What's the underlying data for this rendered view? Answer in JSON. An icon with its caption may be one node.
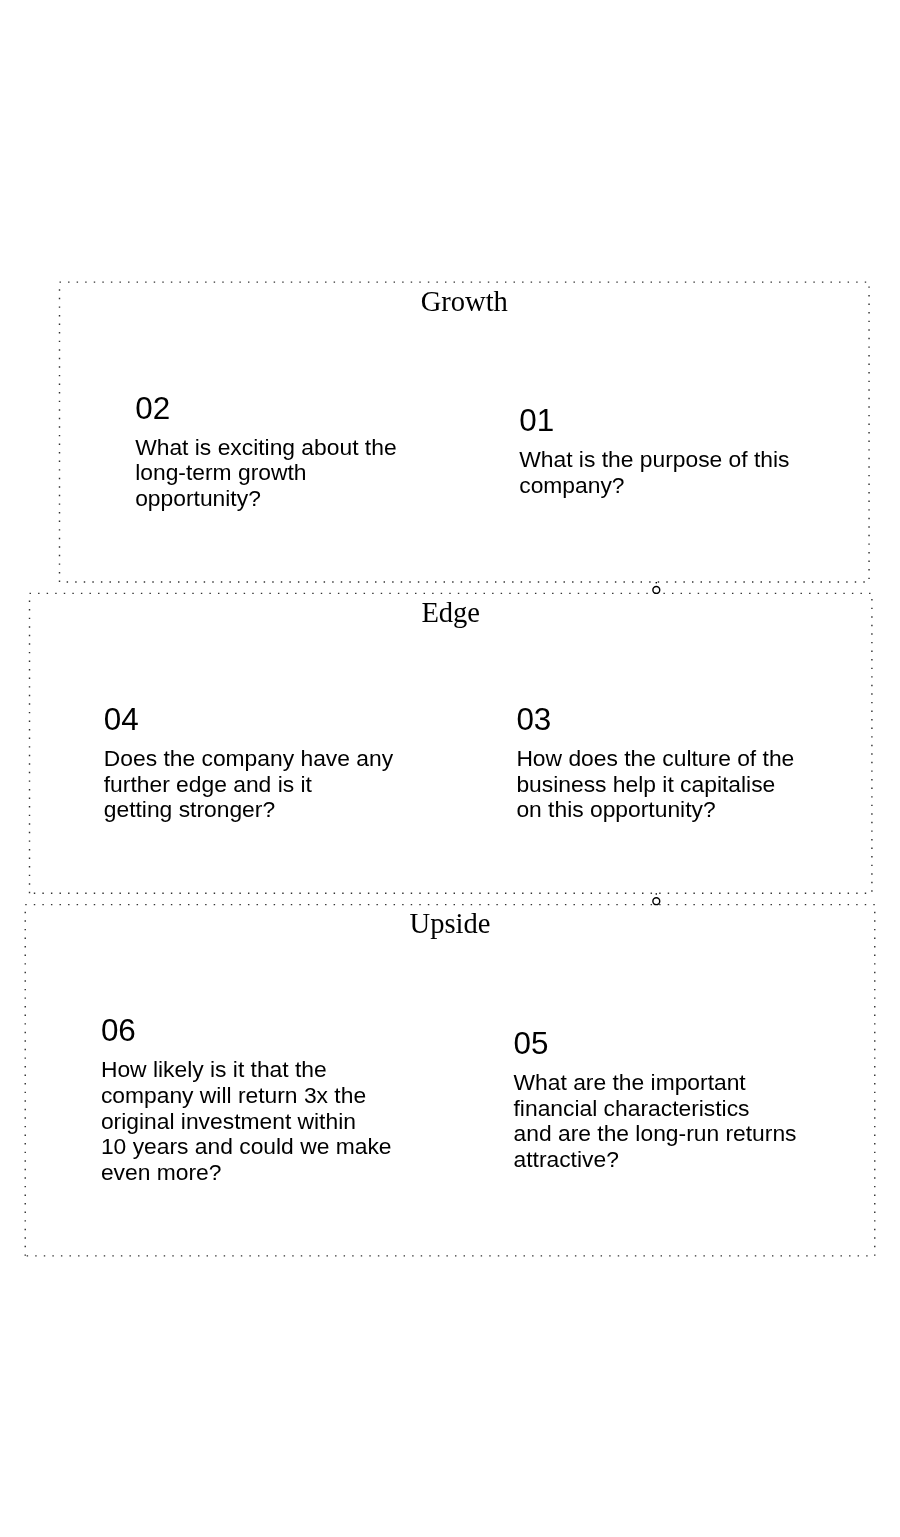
{
  "diagram": {
    "nodes": [
      {
        "text": [
          "Growth"
        ]
      },
      {
        "text": [
          "01",
          "What is the purpose of this company?"
        ],
        "in": 0
      },
      {
        "text": [
          "02",
          "What is exciting about the long-term growth opportunity?"
        ],
        "in": 0
      },
      {
        "text": [
          "Edge"
        ]
      },
      {
        "text": [
          "03",
          "How does the culture of the business help it capitalise on this opportunity?"
        ],
        "in": 3
      },
      {
        "text": [
          "04",
          "Does the company have any further edge and is it getting stronger?"
        ],
        "in": 3
      },
      {
        "text": [
          "Upside"
        ]
      },
      {
        "text": [
          "05",
          "What are the important financial characteristics and are the long-run returns attractive?"
        ],
        "in": 6
      },
      {
        "text": [
          "06",
          "How likely is it that the company will return 3x the original investment within 10 years and could we make even more?"
        ],
        "in": 6
      }
    ],
    "edges": [
      {
        "from": 0,
        "to": 3,
        "arrow": "other",
        "style": "dashed"
      },
      {
        "from": 3,
        "to": 6,
        "arrow": "other",
        "style": "dashed"
      }
    ]
  }
}
